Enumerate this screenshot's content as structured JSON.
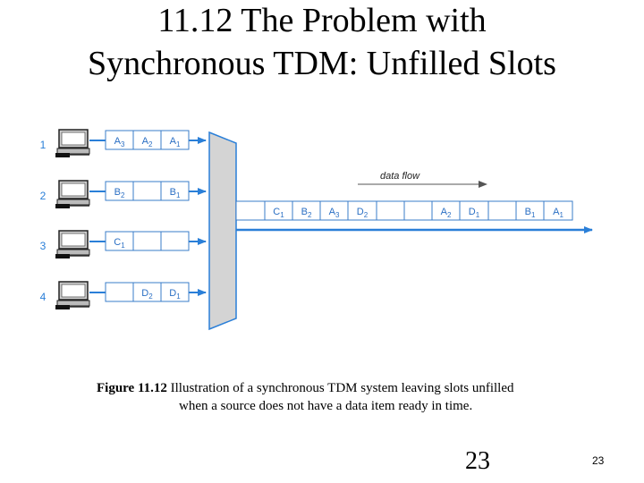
{
  "slide": {
    "title_line1": "11.12  The Problem with",
    "title_line2": "Synchronous TDM: Unfilled Slots",
    "slide_number": "23",
    "footer_number": "23"
  },
  "diagram": {
    "sources": [
      {
        "label": "1",
        "slots": [
          {
            "t": "A",
            "s": "3"
          },
          {
            "t": "A",
            "s": "2"
          },
          {
            "t": "A",
            "s": "1"
          }
        ]
      },
      {
        "label": "2",
        "slots": [
          {
            "t": "B",
            "s": "2"
          },
          {
            "t": "",
            "s": ""
          },
          {
            "t": "B",
            "s": "1"
          }
        ]
      },
      {
        "label": "3",
        "slots": [
          {
            "t": "C",
            "s": "1"
          },
          {
            "t": "",
            "s": ""
          },
          {
            "t": "",
            "s": ""
          }
        ]
      },
      {
        "label": "4",
        "slots": [
          {
            "t": "",
            "s": ""
          },
          {
            "t": "D",
            "s": "2"
          },
          {
            "t": "D",
            "s": "1"
          }
        ]
      }
    ],
    "data_flow_label": "data flow",
    "frame_slots": [
      {
        "t": "C",
        "s": "1"
      },
      {
        "t": "B",
        "s": "2"
      },
      {
        "t": "A",
        "s": "3"
      },
      {
        "t": "D",
        "s": "2"
      },
      {
        "t": "",
        "s": ""
      },
      {
        "t": "A",
        "s": "2"
      },
      {
        "t": "D",
        "s": "1"
      },
      {
        "t": "",
        "s": ""
      },
      {
        "t": "B",
        "s": "1"
      },
      {
        "t": "A",
        "s": "1"
      }
    ]
  },
  "caption": {
    "figure_label": "Figure 11.12",
    "line1": "Illustration of a synchronous TDM system leaving slots unfilled",
    "line2": "when a source does not have a data item ready in time."
  },
  "colors": {
    "link": "#2a7fd8",
    "mux_fill": "#d4d4d4",
    "slot_text": "#2a6fc4",
    "slot_border": "#3a7cc8",
    "source_label": "#2a7fd8"
  }
}
